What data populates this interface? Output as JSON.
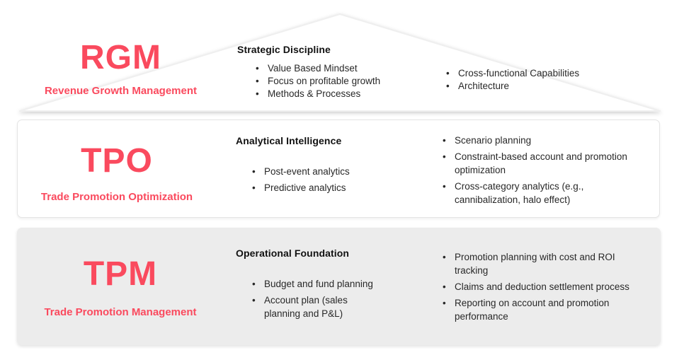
{
  "colors": {
    "accent": "#fa4a5e",
    "tpm_box_fill": "#ececec",
    "tpo_box_border": "#e4e4e4",
    "text": "#212121"
  },
  "tiers": [
    {
      "acronym": "RGM",
      "subtitle": "Revenue Growth Management",
      "heading": "Strategic Discipline",
      "col1": [
        "Value Based Mindset",
        "Focus on profitable growth",
        "Methods & Processes"
      ],
      "col2": [
        "Cross-functional Capabilities",
        "Architecture"
      ]
    },
    {
      "acronym": "TPO",
      "subtitle": "Trade Promotion Optimization",
      "heading": "Analytical Intelligence",
      "col1": [
        "Post-event analytics",
        "Predictive analytics"
      ],
      "col2": [
        "Scenario planning",
        "Constraint-based account and promotion optimization",
        "Cross-category analytics (e.g., cannibalization, halo effect)"
      ]
    },
    {
      "acronym": "TPM",
      "subtitle": "Trade Promotion Management",
      "heading": "Operational Foundation",
      "col1": [
        "Budget and fund planning",
        "Account plan (sales planning and P&L)"
      ],
      "col2": [
        "Promotion planning with cost and ROI tracking",
        "Claims and deduction settlement process",
        "Reporting on account and promotion performance"
      ]
    }
  ]
}
